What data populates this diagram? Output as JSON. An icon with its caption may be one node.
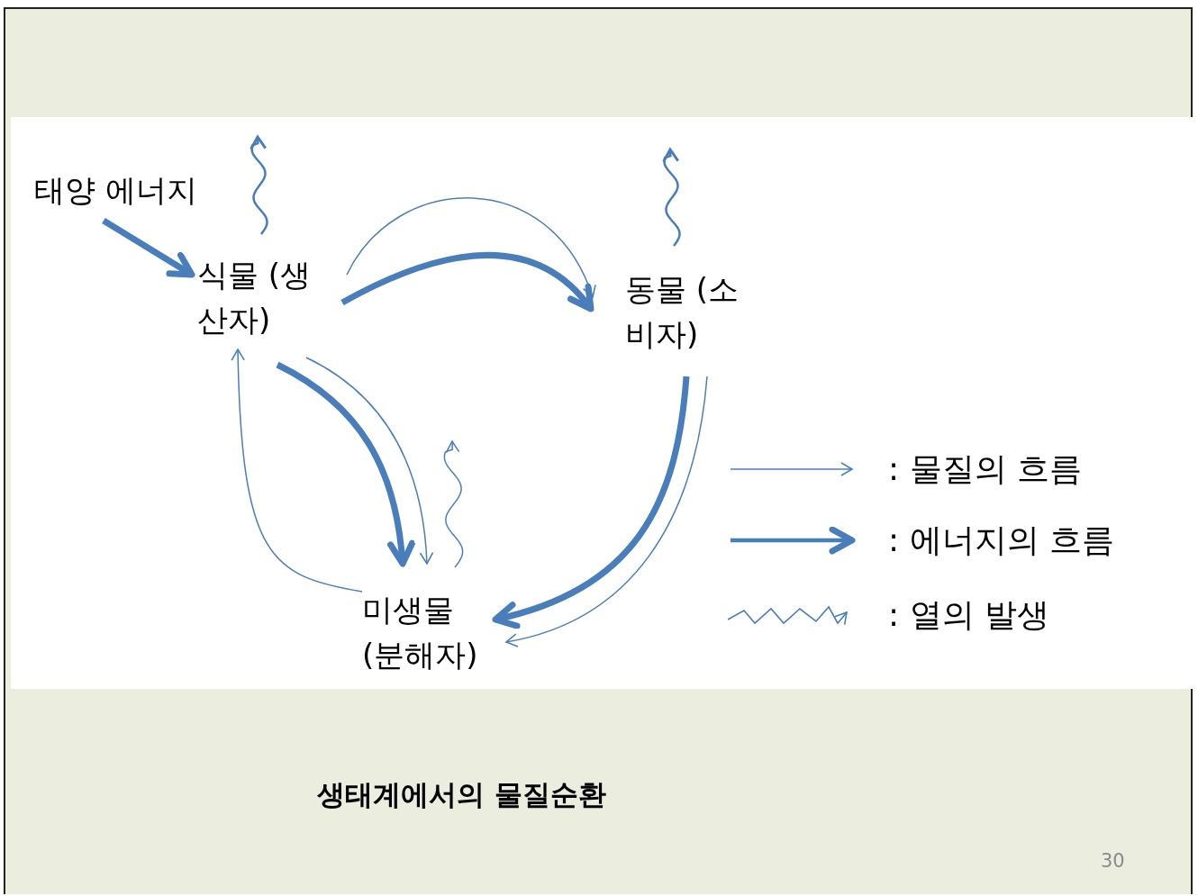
{
  "diagram": {
    "caption": "생태계에서의 물질순환",
    "nodes": [
      {
        "text": [
          "태양 에너지"
        ]
      },
      {
        "text": [
          "식물 (생산자)"
        ]
      },
      {
        "text": [
          "동물 (소비자)"
        ]
      },
      {
        "text": [
          "미생물 (분해자)"
        ]
      }
    ],
    "edges": [
      {
        "from": 0,
        "to": 1,
        "arrow": "to",
        "style": "thick"
      },
      {
        "from": 1,
        "to": 2,
        "arrow": "to"
      },
      {
        "from": 1,
        "to": 2,
        "arrow": "to",
        "style": "thick"
      },
      {
        "from": 1,
        "to": 3,
        "arrow": "to",
        "style": "thick"
      },
      {
        "from": 1,
        "to": 3,
        "arrow": "to"
      },
      {
        "from": 2,
        "to": 3,
        "arrow": "to",
        "style": "thick"
      },
      {
        "from": 2,
        "to": 3,
        "arrow": "to"
      },
      {
        "from": 3,
        "to": 1,
        "arrow": "to"
      },
      {
        "from": 1,
        "to": null,
        "arrow": "to"
      },
      {
        "from": 2,
        "to": null,
        "arrow": "to"
      },
      {
        "from": 3,
        "to": null,
        "arrow": "to"
      }
    ],
    "labels": [
      "30"
    ],
    "legend": [
      {
        "text": ": 물질의 흐름"
      },
      {
        "text": ": 에너지의 흐름"
      },
      {
        "text": ": 열의 발생"
      }
    ]
  }
}
